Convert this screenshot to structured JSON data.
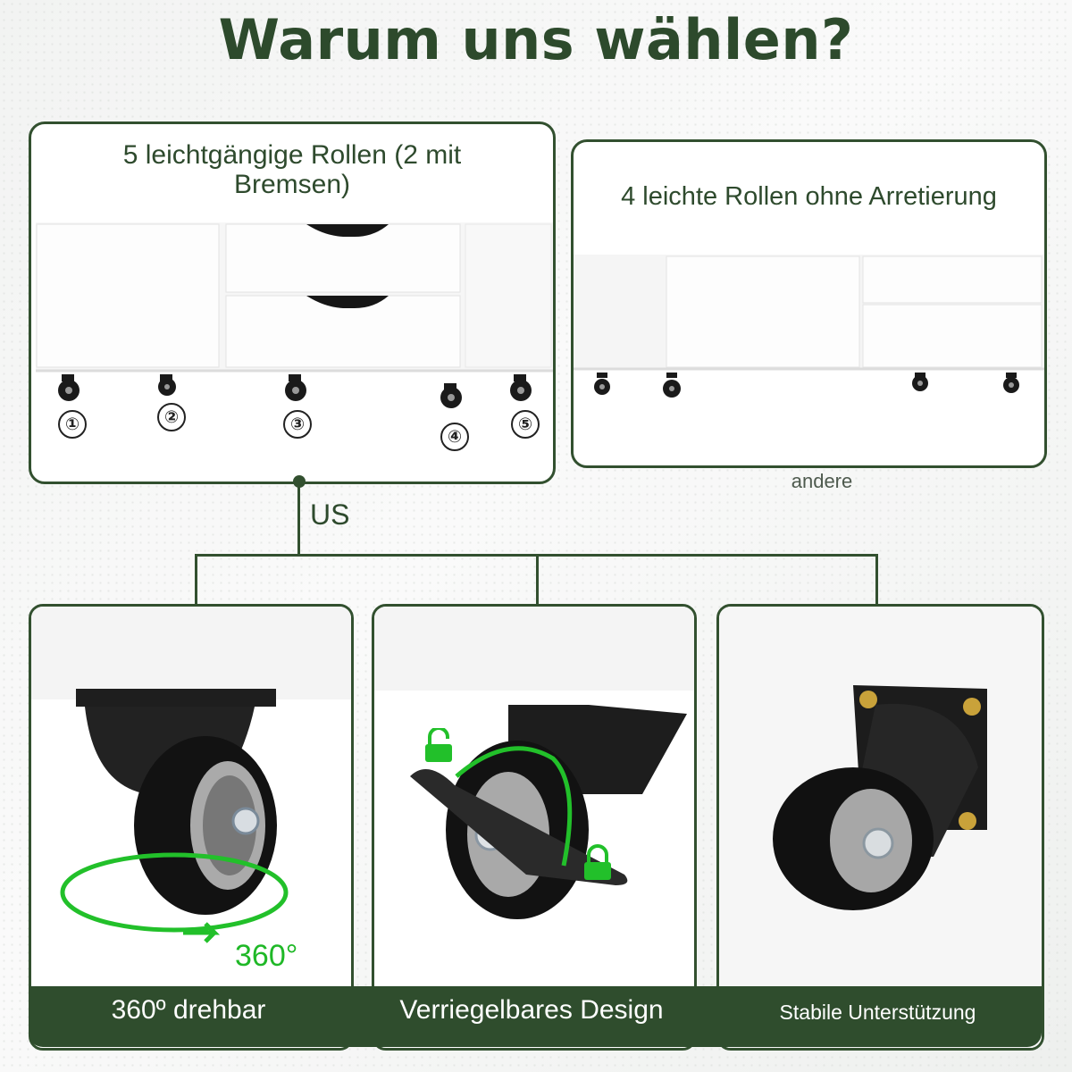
{
  "title": "Warum uns wählen?",
  "us_card": {
    "text": "5 leichtgängige Rollen (2 mit Bremsen)",
    "wheel_numbers": [
      "①",
      "②",
      "③",
      "④",
      "⑤"
    ]
  },
  "other_card": {
    "text": "4 leichte Rollen ohne Arretierung",
    "caption": "andere"
  },
  "us_label": "US",
  "features": [
    {
      "label": "360º drehbar",
      "overlay_text": "360°"
    },
    {
      "label": "Verriegelbares Design"
    },
    {
      "label": "Stabile Unterstützung"
    }
  ],
  "colors": {
    "brand_green": "#2f4d2d",
    "accent_green": "#22c02a",
    "wheel_black": "#151515"
  }
}
